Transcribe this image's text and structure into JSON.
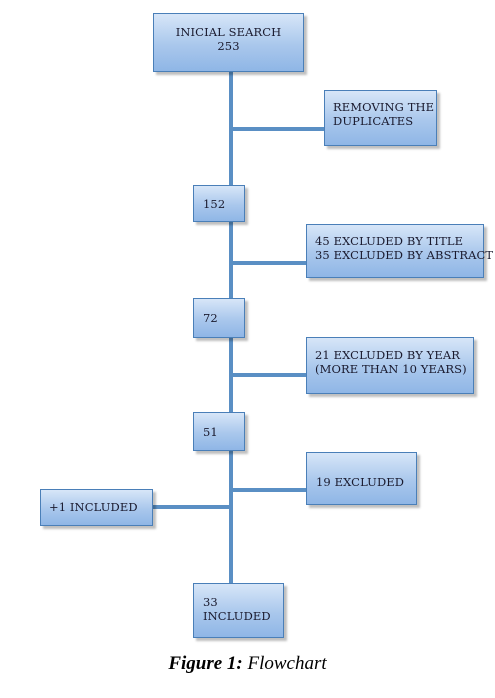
{
  "flowchart": {
    "initial": {
      "line1": "INICIAL SEARCH",
      "line2": "253"
    },
    "duplicates": {
      "line1": "REMOVING THE",
      "line2": "DUPLICATES"
    },
    "n152": {
      "label": "152"
    },
    "excl_title_abstract": {
      "line1": "45 EXCLUDED BY TITLE",
      "line2": "35 EXCLUDED BY ABSTRACT"
    },
    "n72": {
      "label": "72"
    },
    "excl_year": {
      "line1": "21 EXCLUDED BY YEAR",
      "line2": "(MORE THAN 10 YEARS)"
    },
    "n51": {
      "label": "51"
    },
    "excl_19": {
      "label": "19 EXCLUDED"
    },
    "plus_one": {
      "label": "+1 INCLUDED"
    },
    "final": {
      "line1": "33",
      "line2": "INCLUDED"
    }
  },
  "caption": {
    "figure_label": "Figure 1:",
    "title": "Flowchart"
  },
  "colors": {
    "connector": "#5a8fc4",
    "box_border": "#4a7fb8",
    "box_fill_top": "#d7e6f8",
    "box_fill_bottom": "#8fb6e6"
  }
}
